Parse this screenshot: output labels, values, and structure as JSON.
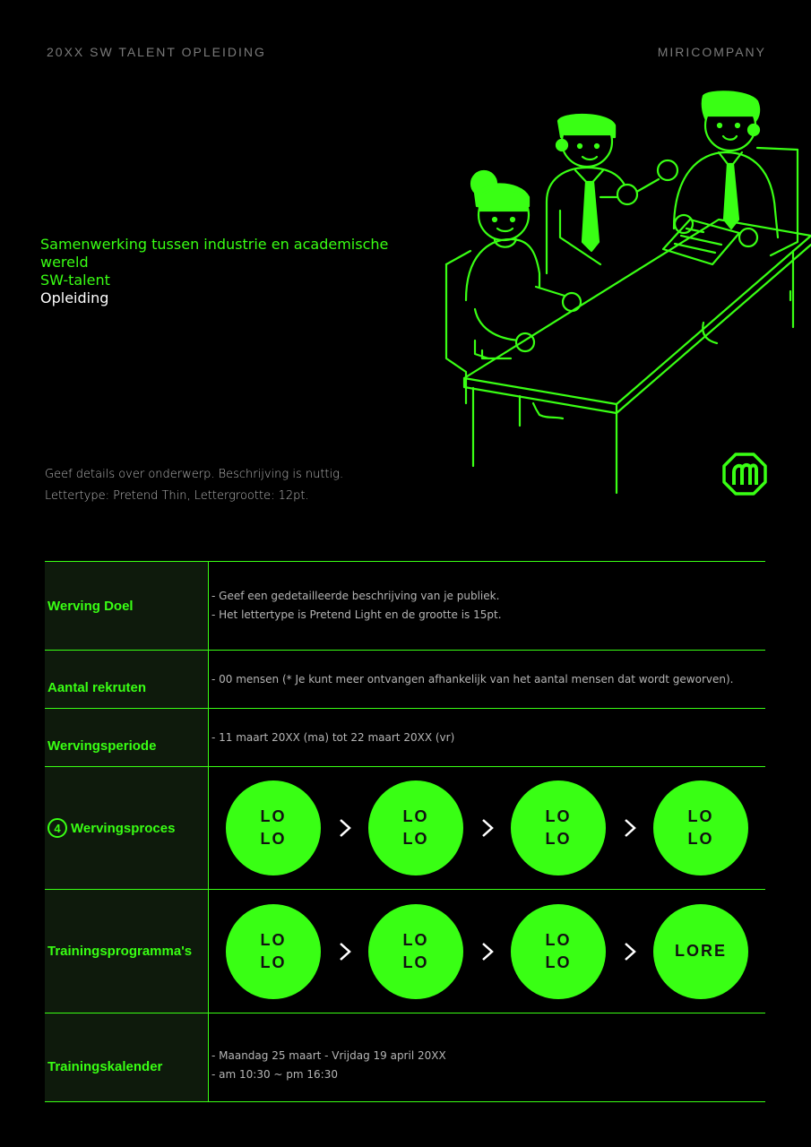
{
  "header": {
    "left": "20XX SW TALENT OPLEIDING",
    "right": "MIRICOMPANY"
  },
  "headline": {
    "line1": "Samenwerking tussen industrie en academische wereld",
    "line2": "SW-talent",
    "line3": "Opleiding"
  },
  "description": {
    "line1": "Geef details over onderwerp. Beschrijving is nuttig.",
    "line2": "Lettertype: Pretend Thin, Lettergrootte: 12pt."
  },
  "table": {
    "rows": [
      {
        "label": "Werving Doel",
        "lines": [
          "- Geef een gedetailleerde beschrijving van je publiek.",
          "- Het lettertype is Pretend Light en de grootte is 15pt."
        ]
      },
      {
        "label": "Aantal rekruten",
        "lines": [
          "- 00 mensen (* Je kunt meer ontvangen afhankelijk van het aantal mensen dat wordt geworven)."
        ]
      },
      {
        "label": "Wervingsperiode",
        "lines": [
          "- 11 maart 20XX (ma) tot 22 maart 20XX (vr)"
        ]
      },
      {
        "number": "4",
        "label": "Wervingsproces",
        "steps": [
          [
            "LO",
            "LO"
          ],
          [
            "LO",
            "LO"
          ],
          [
            "LO",
            "LO"
          ],
          [
            "LO",
            "LO"
          ]
        ]
      },
      {
        "label": "Trainingsprogramma's",
        "steps": [
          [
            "LO",
            "LO"
          ],
          [
            "LO",
            "LO"
          ],
          [
            "LO",
            "LO"
          ],
          [
            "LORE"
          ]
        ]
      },
      {
        "label": "Trainingskalender",
        "lines": [
          "- Maandag 25 maart - Vrijdag 19 april 20XX",
          "- am 10:30 ~ pm 16:30"
        ]
      }
    ]
  },
  "colors": {
    "accent": "#39ff14",
    "background": "#000000",
    "label_bg": "#0e1a0c"
  },
  "icons": {
    "illustration": "people-meeting-at-desk-illustration",
    "logo": "company-logo-icon",
    "arrow": "chevron-right-icon"
  }
}
